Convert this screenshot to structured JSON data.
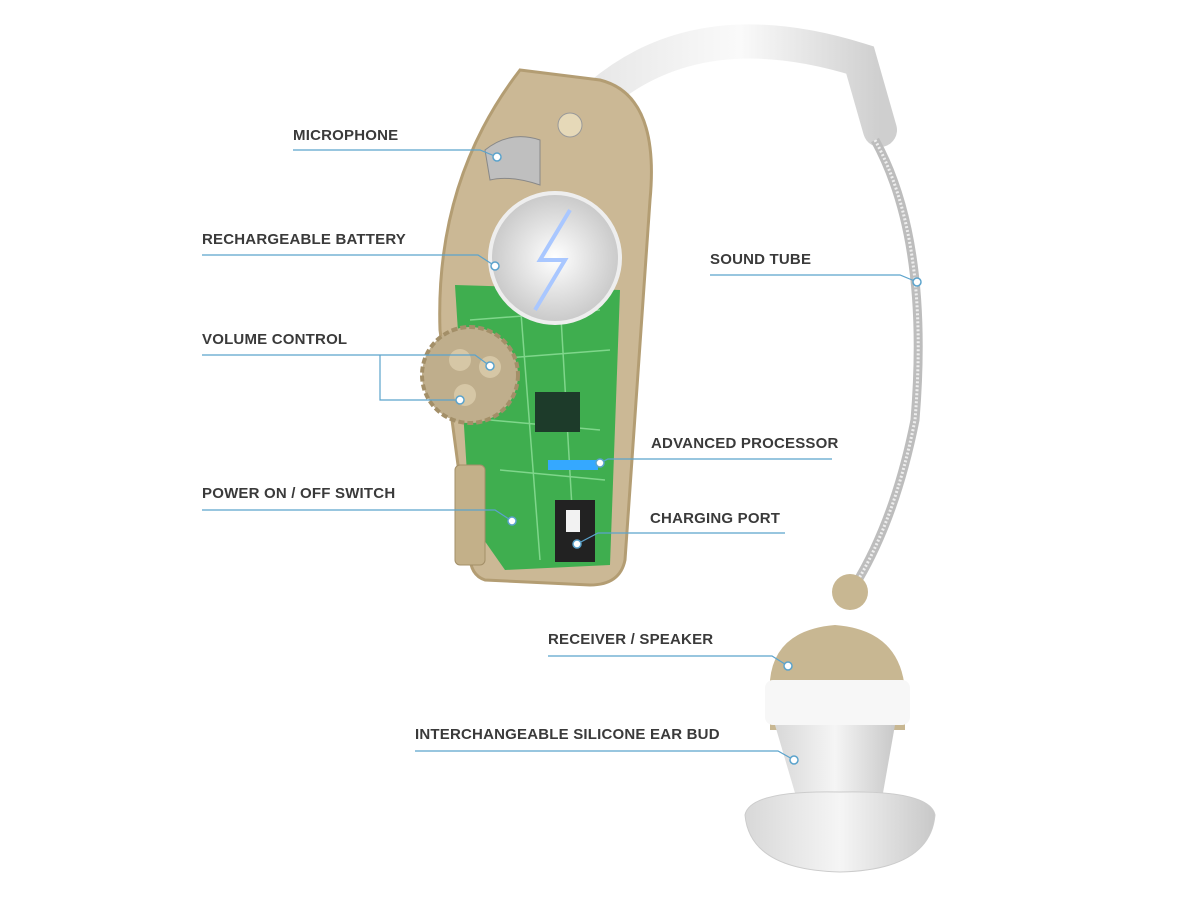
{
  "labels": {
    "microphone": "MICROPHONE",
    "battery": "RECHARGEABLE BATTERY",
    "volume": "VOLUME CONTROL",
    "processor": "ADVANCED PROCESSOR",
    "power": "POWER ON / OFF SWITCH",
    "charging": "CHARGING PORT",
    "tube": "SOUND TUBE",
    "receiver": "RECEIVER / SPEAKER",
    "earbud": "INTERCHANGEABLE SILICONE EAR BUD"
  },
  "colors": {
    "leader": "#5ba3cc",
    "shell": "#cbb895",
    "pcb": "#3fae4f",
    "text": "#3a3a3a"
  }
}
